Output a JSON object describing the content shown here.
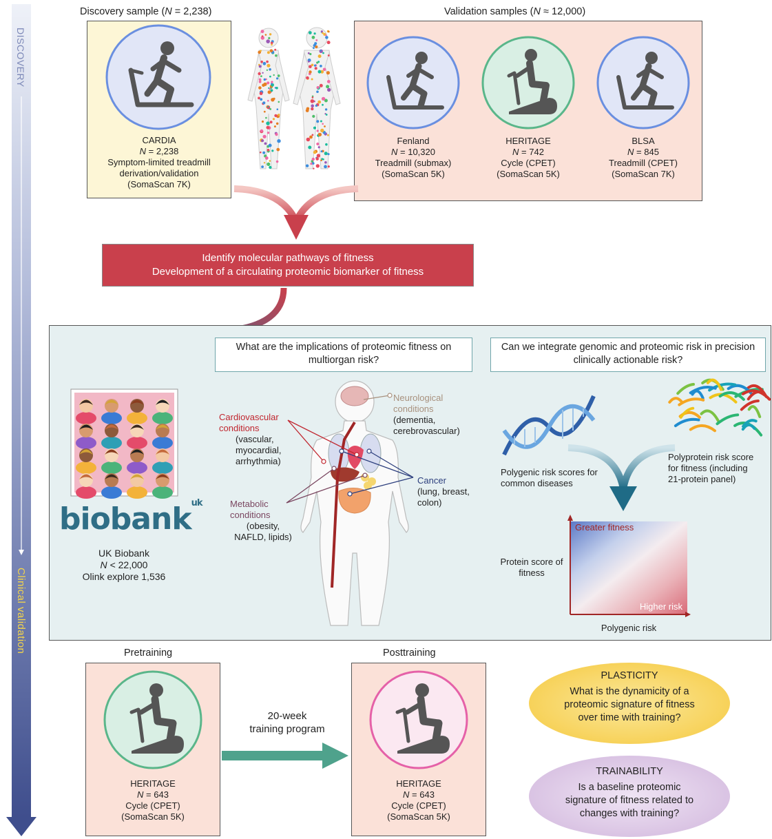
{
  "sidebar": {
    "discovery": "DISCOVERY",
    "clinical": "Clinical validation"
  },
  "discovery": {
    "title_pre": "Discovery sample (",
    "title_n": "N",
    "title_post": " = 2,238)",
    "name": "CARDIA",
    "n": "= 2,238",
    "desc1": "Symptom-limited treadmill",
    "desc2": "derivation/validation",
    "assay": "(SomaScan 7K)"
  },
  "validation": {
    "title_pre": "Validation samples (",
    "title_n": "N",
    "title_post": " ≈ 12,000)",
    "cohorts": [
      {
        "name": "Fenland",
        "n": "= 10,320",
        "test": "Treadmill (submax)",
        "assay": "(SomaScan 5K)"
      },
      {
        "name": "HERITAGE",
        "n": "= 742",
        "test": "Cycle (CPET)",
        "assay": "(SomaScan 5K)"
      },
      {
        "name": "BLSA",
        "n": "= 845",
        "test": "Treadmill (CPET)",
        "assay": "(SomaScan 7K)"
      }
    ]
  },
  "pathways": {
    "line1": "Identify molecular pathways of fitness",
    "line2": "Development of a circulating proteomic biomarker of fitness"
  },
  "multiorgan": {
    "question": "What are the implications of proteomic fitness on multiorgan risk?",
    "neuro_title": "Neurological conditions",
    "neuro_desc": "(dementia, cerebrovascular)",
    "cardio_title": "Cardiovascular conditions",
    "cardio_desc": "(vascular, myocardial, arrhythmia)",
    "cancer_title": "Cancer",
    "cancer_desc": "(lung, breast, colon)",
    "metabolic_title": "Metabolic conditions",
    "metabolic_desc": "(obesity, NAFLD, lipids)"
  },
  "integration": {
    "question": "Can we integrate genomic and proteomic risk in precision clinically actionable risk?",
    "prs": "Polygenic risk scores for common diseases",
    "ppr": "Polyprotein risk score for fitness (including 21-protein panel)",
    "ylabel": "Protein score of fitness",
    "xlabel": "Polygenic risk",
    "top_label": "Greater fitness",
    "bottom_label": "Higher risk"
  },
  "biobank": {
    "logo": "biobank",
    "logo_sup": "uk",
    "name": "UK Biobank",
    "n": "< 22,000",
    "assay": "Olink explore 1,536"
  },
  "training": {
    "pre_title": "Pretraining",
    "post_title": "Posttraining",
    "program1": "20-week",
    "program2": "training program",
    "pre": {
      "name": "HERITAGE",
      "n": "= 643",
      "test": "Cycle (CPET)",
      "assay": "(SomaScan 5K)"
    },
    "post": {
      "name": "HERITAGE",
      "n": "= 643",
      "test": "Cycle (CPET)",
      "assay": "(SomaScan 5K)"
    }
  },
  "plasticity": {
    "title": "PLASTICITY",
    "question": "What is the dynamicity of a proteomic signature of fitness over time with training?"
  },
  "trainability": {
    "title": "TRAINABILITY",
    "question": "Is a baseline proteomic signature of fitness related to changes with training?"
  },
  "colors": {
    "discovery_bg": "#fdf6d6",
    "validation_bg": "#fbe1d8",
    "pathways_bg": "#c9404c",
    "panel_bg": "#e6f0f1",
    "arrow_blue": "#4c5b94",
    "cardio_red": "#c0262f",
    "cancer_blue": "#2c3e7d",
    "metabolic_purple": "#7a4660",
    "neuro_tan": "#a8917e",
    "training_arrow": "#4fa28c",
    "plasticity_bg": "#f7d25a",
    "trainability_bg": "#d8c1e2"
  },
  "icons": [
    "treadmill-runner-icon",
    "cycle-ergometer-icon",
    "body-silhouette-icon",
    "dna-icon",
    "protein-structure-icon",
    "crowd-image"
  ]
}
